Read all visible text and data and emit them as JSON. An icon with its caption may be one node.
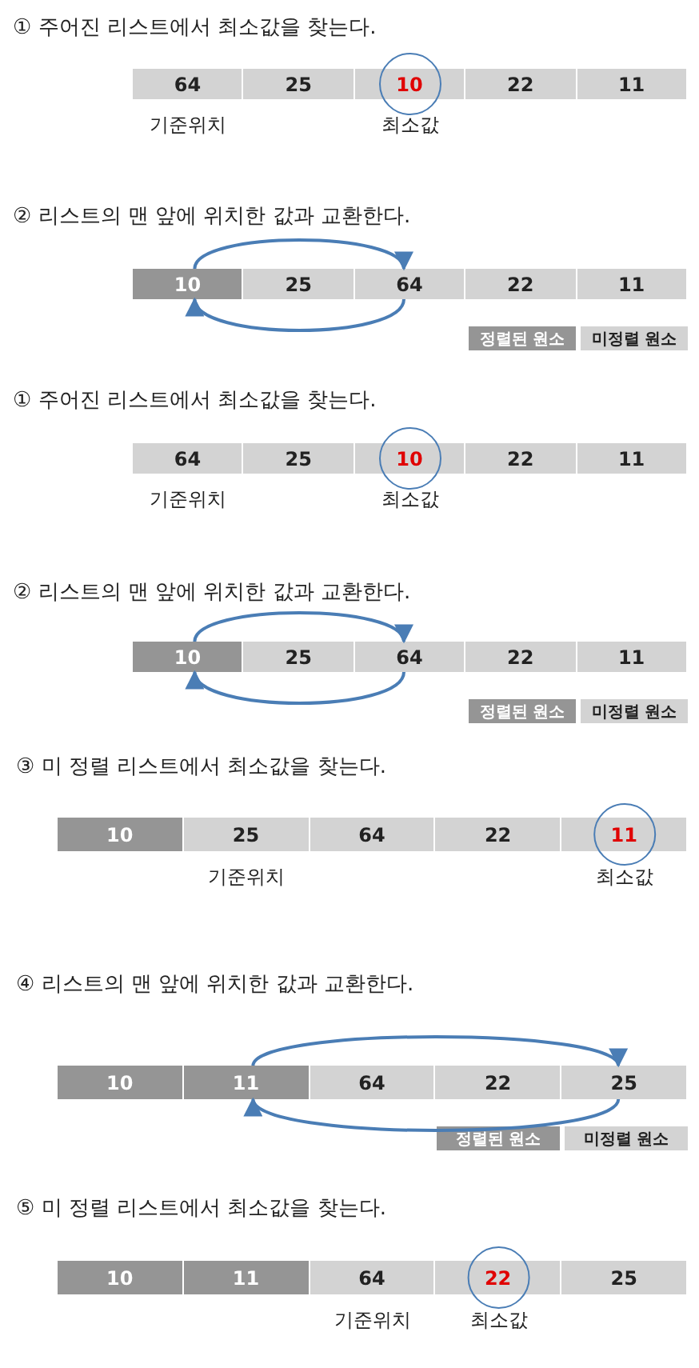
{
  "diagram": {
    "nodes": [
      {
        "text": [
          "64"
        ],
        "beside": [
          "기준위치"
        ]
      },
      {
        "text": [
          "25"
        ]
      },
      {
        "text": [
          "10"
        ],
        "beside": [
          "최소값"
        ]
      },
      {
        "text": [
          "22"
        ]
      },
      {
        "text": [
          "11"
        ]
      },
      {
        "text": [
          "10"
        ]
      },
      {
        "text": [
          "25"
        ]
      },
      {
        "text": [
          "64"
        ]
      },
      {
        "text": [
          "22"
        ]
      },
      {
        "text": [
          "11"
        ]
      },
      {
        "text": [
          "64"
        ],
        "beside": [
          "기준위치"
        ]
      },
      {
        "text": [
          "25"
        ]
      },
      {
        "text": [
          "10"
        ],
        "beside": [
          "최소값"
        ]
      },
      {
        "text": [
          "22"
        ]
      },
      {
        "text": [
          "11"
        ]
      },
      {
        "text": [
          "10"
        ]
      },
      {
        "text": [
          "25"
        ]
      },
      {
        "text": [
          "64"
        ]
      },
      {
        "text": [
          "22"
        ]
      },
      {
        "text": [
          "11"
        ]
      },
      {
        "text": [
          "10"
        ]
      },
      {
        "text": [
          "25"
        ],
        "beside": [
          "기준위치"
        ]
      },
      {
        "text": [
          "64"
        ]
      },
      {
        "text": [
          "22"
        ]
      },
      {
        "text": [
          "11"
        ],
        "beside": [
          "최소값"
        ]
      },
      {
        "text": [
          "10"
        ]
      },
      {
        "text": [
          "11"
        ]
      },
      {
        "text": [
          "64"
        ]
      },
      {
        "text": [
          "22"
        ]
      },
      {
        "text": [
          "25"
        ]
      },
      {
        "text": [
          "10"
        ]
      },
      {
        "text": [
          "11"
        ]
      },
      {
        "text": [
          "64"
        ],
        "beside": [
          "기준위치"
        ]
      },
      {
        "text": [
          "22"
        ],
        "beside": [
          "최소값"
        ]
      },
      {
        "text": [
          "25"
        ]
      }
    ],
    "edges": [
      {
        "from": 5,
        "to": 7,
        "arrow": "to"
      },
      {
        "from": 7,
        "to": 5,
        "arrow": "to"
      },
      {
        "from": 15,
        "to": 17,
        "arrow": "to"
      },
      {
        "from": 17,
        "to": 15,
        "arrow": "to"
      },
      {
        "from": 26,
        "to": 29,
        "arrow": "to"
      },
      {
        "from": 29,
        "to": 26,
        "arrow": "to"
      }
    ],
    "labels": [
      "① 주어진 리스트에서 최소값을 찾는다.",
      "② 리스트의 맨 앞에 위치한 값과 교환한다.",
      "① 주어진 리스트에서 최소값을 찾는다.",
      "② 리스트의 맨 앞에 위치한 값과 교환한다.",
      "③ 미 정렬 리스트에서 최소값을 찾는다.",
      "④ 리스트의 맨 앞에 위치한 값과 교환한다.",
      "⑤ 미 정렬 리스트에서 최소값을 찾는다."
    ],
    "legend": [
      {
        "text": "정렬된 원소",
        "color": "#959595"
      },
      {
        "text": "미정렬 원소",
        "color": "#d3d3d3"
      },
      {
        "text": "정렬된 원소",
        "color": "#959595"
      },
      {
        "text": "미정렬 원소",
        "color": "#d3d3d3"
      },
      {
        "text": "정렬된 원소",
        "color": "#959595"
      },
      {
        "text": "미정렬 원소",
        "color": "#d3d3d3"
      }
    ]
  }
}
